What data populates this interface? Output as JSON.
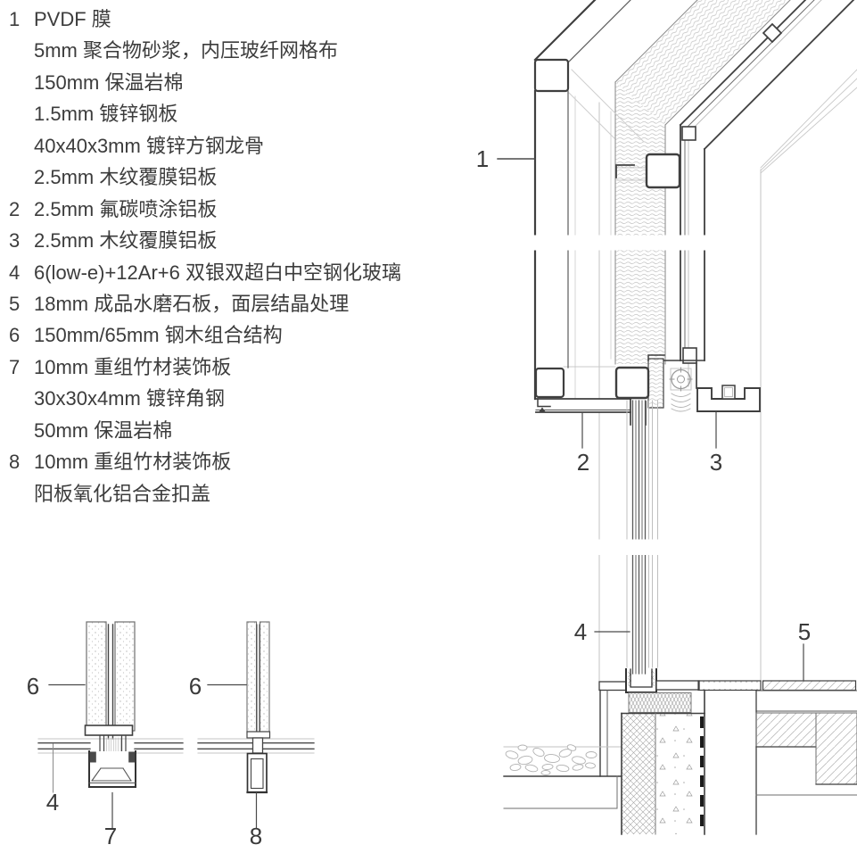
{
  "legend": {
    "items": [
      {
        "num": "1",
        "text": "PVDF 膜"
      },
      {
        "num": "",
        "text": "5mm 聚合物砂浆，内压玻纤网格布"
      },
      {
        "num": "",
        "text": "150mm 保温岩棉"
      },
      {
        "num": "",
        "text": "1.5mm 镀锌钢板"
      },
      {
        "num": "",
        "text": "40x40x3mm 镀锌方钢龙骨"
      },
      {
        "num": "",
        "text": "2.5mm 木纹覆膜铝板"
      },
      {
        "num": "2",
        "text": "2.5mm 氟碳喷涂铝板"
      },
      {
        "num": "3",
        "text": "2.5mm 木纹覆膜铝板"
      },
      {
        "num": "4",
        "text": "6(low-e)+12Ar+6 双银双超白中空钢化玻璃"
      },
      {
        "num": "5",
        "text": "18mm 成品水磨石板，面层结晶处理"
      },
      {
        "num": "6",
        "text": "150mm/65mm 钢木组合结构"
      },
      {
        "num": "7",
        "text": "10mm 重组竹材装饰板"
      },
      {
        "num": "",
        "text": "30x30x4mm 镀锌角钢"
      },
      {
        "num": "",
        "text": "50mm 保温岩棉"
      },
      {
        "num": "8",
        "text": "10mm 重组竹材装饰板"
      },
      {
        "num": "",
        "text": "阳板氧化铝合金扣盖"
      }
    ]
  },
  "callouts": {
    "main": {
      "c1": "1",
      "c2": "2",
      "c3": "3",
      "c4": "4",
      "c5": "5"
    },
    "detail_left": {
      "c6": "6",
      "c4": "4",
      "c7": "7"
    },
    "detail_right": {
      "c6": "6",
      "c8": "8"
    }
  },
  "colors": {
    "line_dark": "#3f3f3f",
    "line_mid": "#6e6e6e",
    "line_light": "#c8c8c8",
    "background": "#ffffff"
  }
}
